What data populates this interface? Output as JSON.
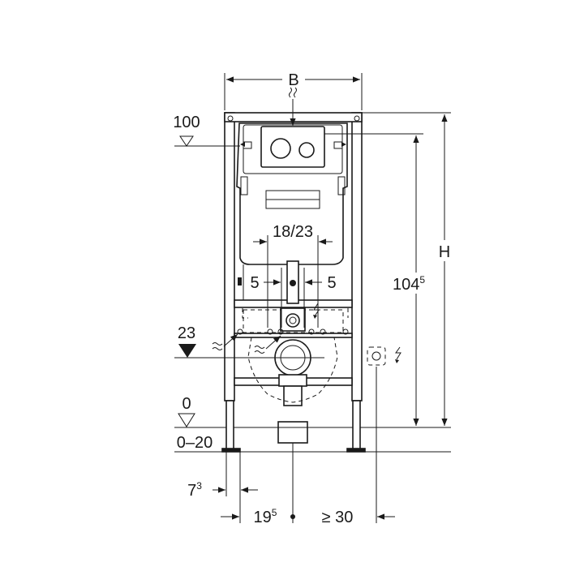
{
  "labels": {
    "width": "B",
    "height": "H",
    "level_top": "100",
    "level_mid": "23",
    "level_floor": "0",
    "level_range": "0–20",
    "inlet_spacing": "18/23",
    "offset_left": "5",
    "offset_right": "5",
    "frame_height_main": "104",
    "frame_height_sup": "5",
    "leg_offset_main": "7",
    "leg_offset_sup": "3",
    "axis_offset_main": "19",
    "axis_offset_sup": "5",
    "min_clearance": "≥ 30"
  },
  "icons": [
    "water-supply-icon",
    "electrical-icon",
    "socket-icon",
    "level-triangle-icon"
  ],
  "colors": {
    "line": "#1a1a1a",
    "background": "#ffffff"
  }
}
